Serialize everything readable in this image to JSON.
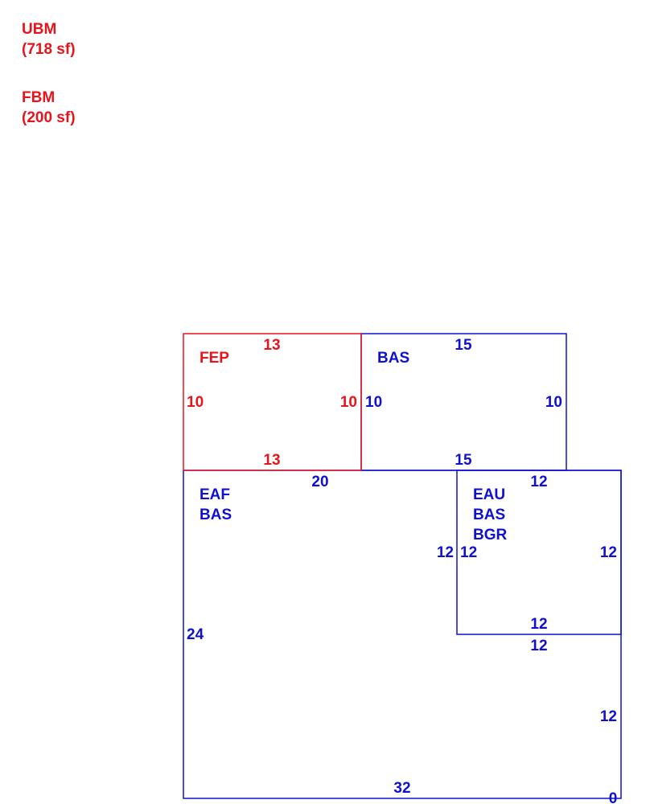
{
  "colors": {
    "red": "#e8141b",
    "blue": "#1010d0"
  },
  "legend": {
    "ubm": {
      "code": "UBM",
      "area": "(718 sf)"
    },
    "fbm": {
      "code": "FBM",
      "area": "(200 sf)"
    }
  },
  "areas": {
    "fep": {
      "labels": [
        "FEP"
      ],
      "dims": {
        "top": "13",
        "bottom": "13",
        "left": "10",
        "right": "10"
      }
    },
    "bas_upper": {
      "labels": [
        "BAS"
      ],
      "dims": {
        "top": "15",
        "bottom": "15",
        "left": "10",
        "right": "10"
      }
    },
    "eaf": {
      "labels": [
        "EAF",
        "BAS"
      ],
      "dims": {
        "top": "20",
        "left": "24",
        "bottom": "32",
        "right_lower": "12",
        "corner": "0"
      }
    },
    "eau": {
      "labels": [
        "EAU",
        "BAS",
        "BGR"
      ],
      "dims": {
        "top": "12",
        "bottom_inner": "12",
        "bottom_outer": "12",
        "left_outer": "12",
        "left_inner": "12",
        "right": "12"
      }
    }
  }
}
